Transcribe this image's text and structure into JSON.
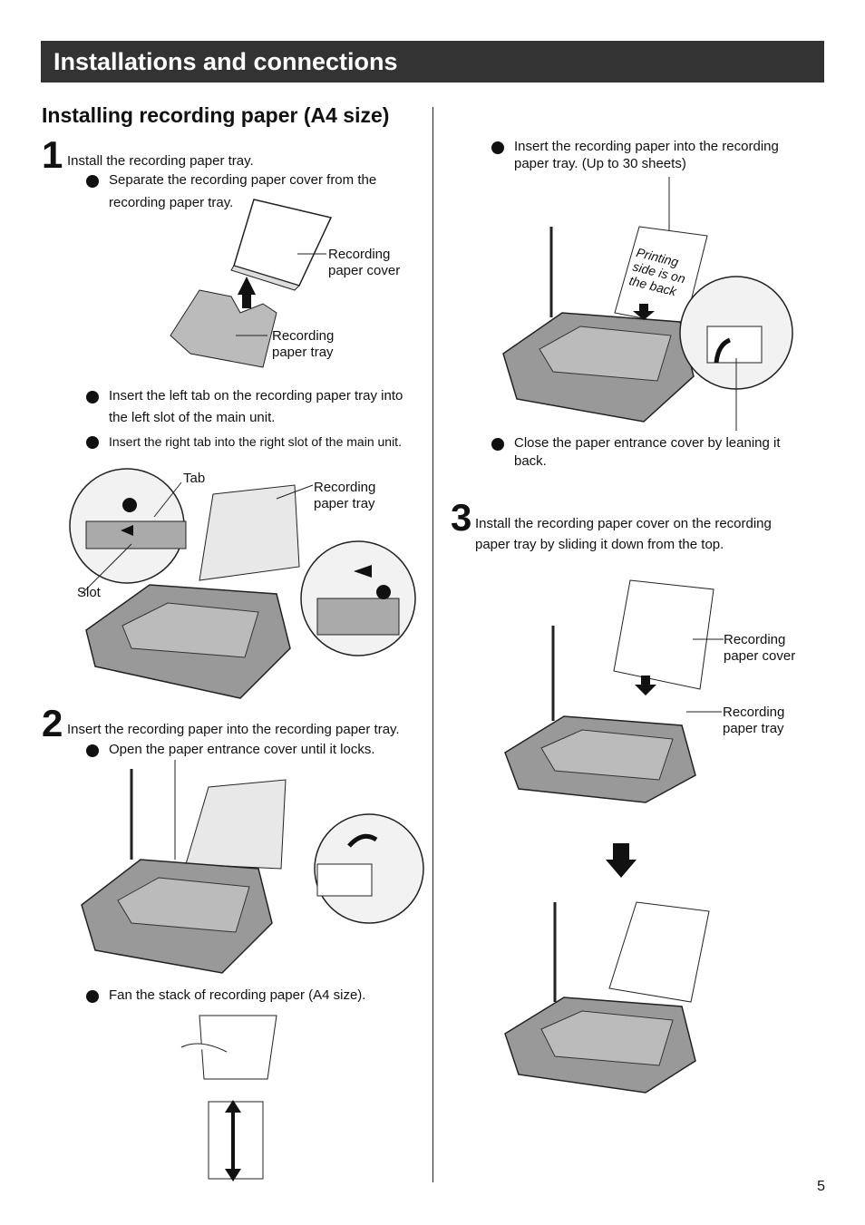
{
  "header": {
    "title": "Installations and connections"
  },
  "section_title": "Installing recording paper (A4 size)",
  "step1": {
    "number": "1",
    "text": "Install the recording paper tray.",
    "bullet_a": "Separate the recording paper cover from the",
    "bullet_a2": "recording paper tray.",
    "label_cover_1": "Recording",
    "label_cover_2": "paper cover",
    "label_tray_1": "Recording",
    "label_tray_2": "paper tray",
    "bullet_b": "Insert the left tab on the recording paper tray into",
    "bullet_b2": "the left slot of the main unit.",
    "bullet_c": "Insert the right tab into the right slot of the main unit.",
    "label_tab": "Tab",
    "label_slot": "Slot",
    "label_tray2_1": "Recording",
    "label_tray2_2": "paper tray"
  },
  "step2": {
    "number": "2",
    "text": "Insert the recording paper into the recording paper tray.",
    "bullet_a": "Open the paper entrance cover until it locks.",
    "bullet_b": "Fan the stack of recording paper (A4 size).",
    "bullet_c": "Insert the recording paper into the recording",
    "bullet_c2": "paper tray. (Up to 30 sheets)",
    "printing_note_1": "Printing",
    "printing_note_2": "side is on",
    "printing_note_3": "the back",
    "bullet_d": "Close the paper entrance cover by leaning it",
    "bullet_d2": "back."
  },
  "step3": {
    "number": "3",
    "text": "Install the recording paper cover on the recording",
    "text2": "paper tray by sliding it down from the top.",
    "label_cover_1": "Recording",
    "label_cover_2": "paper cover",
    "label_tray_1": "Recording",
    "label_tray_2": "paper tray"
  },
  "page_number": "5"
}
